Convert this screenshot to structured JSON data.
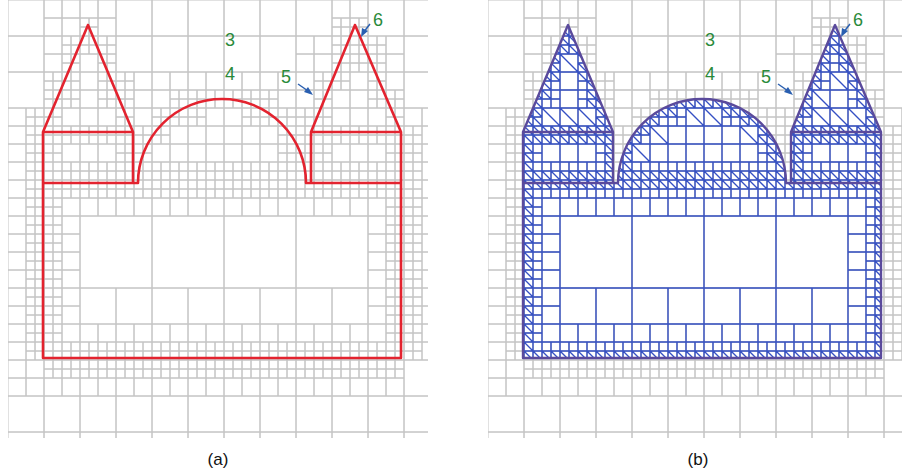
{
  "diagram": {
    "labels": [
      "3",
      "4",
      "5",
      "6",
      "3",
      "4",
      "5",
      "6",
      "(a)",
      "(b)"
    ]
  }
}
